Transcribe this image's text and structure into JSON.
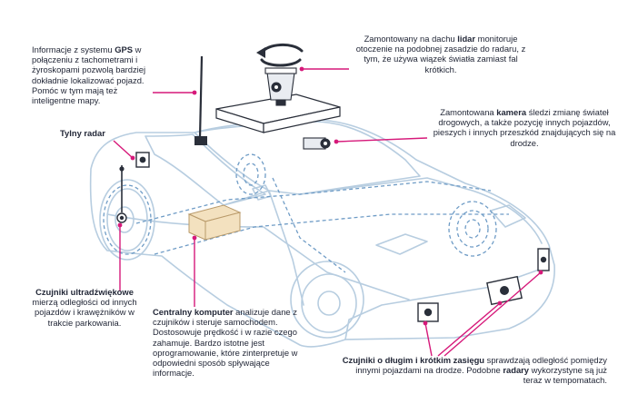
{
  "colors": {
    "leader": "#d6197a",
    "car_outline": "#b7cde0",
    "car_hidden": "#6f9cc6",
    "sensor": "#2a2f3a",
    "computer_fill": "#f3e1bf",
    "computer_edge": "#b99a6a",
    "text": "#232838"
  },
  "labels": {
    "gps": {
      "pre": "Informacje z systemu ",
      "bold": "GPS",
      "post": " w połączeniu z tachometrami i żyroskopami pozwolą bardziej dokładnie lokalizować pojazd. Pomóc w tym mają też inteligentne mapy."
    },
    "lidar": {
      "pre": "Zamontowany na dachu ",
      "bold": "lidar",
      "post": " monitoruje otoczenie na podobnej zasadzie do radaru, z tym, że używa wiązek światła zamiast fal krótkich."
    },
    "camera": {
      "pre": "Zamontowana ",
      "bold": "kamera",
      "post": " śledzi zmianę świateł drogowych, a także pozycję innych pojazdów, pieszych i innych przeszkód znajdujących się na drodze."
    },
    "rear_radar": {
      "bold": "Tylny radar"
    },
    "ultrasonic": {
      "bold": "Czujniki ultradźwiękowe",
      "post": " mierzą odległości od innych pojazdów i krawężników w trakcie parkowania."
    },
    "computer": {
      "bold": "Centralny komputer",
      "post": " analizuje dane z czujników i steruje samochodem. Dostosowuje prędkość i w razie czego zahamuje. Bardzo istotne jest oprogramowanie, które zinterpretuje w odpowiedni sposób spływające informacje."
    },
    "range_sensors": {
      "bold": "Czujniki o długim i krótkim zasięgu",
      "mid": " sprawdzają odległość pomiędzy innymi pojazdami na drodze. Podobne ",
      "bold2": "radary",
      "post": " wykorzystyne są już teraz w tempomatach."
    }
  }
}
